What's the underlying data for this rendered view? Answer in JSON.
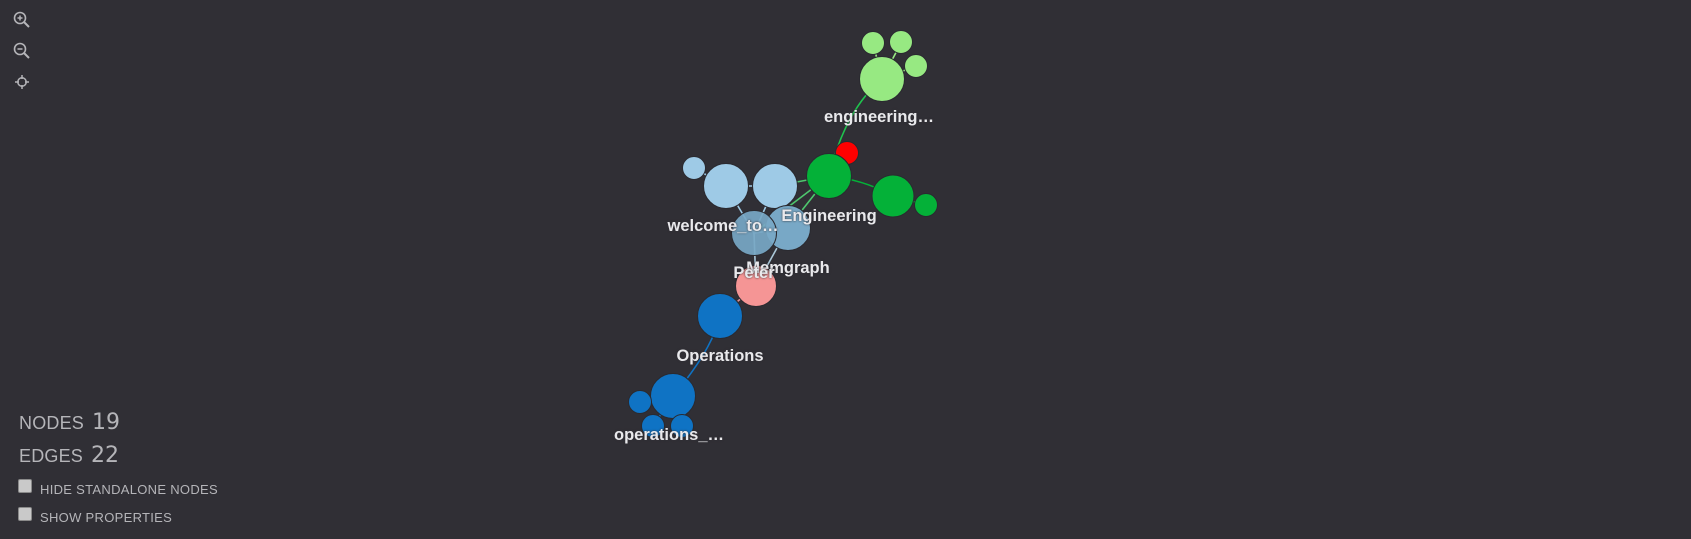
{
  "toolbar": {
    "zoom_in_icon": "zoom-in-icon",
    "zoom_out_icon": "zoom-out-icon",
    "center_icon": "crosshair-icon"
  },
  "stats": {
    "nodes_label": "NODES",
    "nodes_count": "19",
    "edges_label": "EDGES",
    "edges_count": "22"
  },
  "options": {
    "hide_standalone_label": "HIDE STANDALONE NODES",
    "hide_standalone_checked": false,
    "show_properties_label": "SHOW PROPERTIES",
    "show_properties_checked": false
  },
  "colors": {
    "background": "#302f35",
    "light_green": "#97e982",
    "green": "#04b138",
    "red": "#ff0000",
    "light_blue": "#9ecae6",
    "blue": "#0f73c4",
    "pink": "#f59595",
    "slate": "#78a8c6"
  },
  "graph": {
    "labels": {
      "engineering_channel": "engineering…",
      "engineering": "Engineering",
      "welcome": "welcome_to…",
      "memgraph": "Memgraph",
      "peter": "Peter",
      "operations": "Operations",
      "operations_channel": "operations_…"
    }
  }
}
